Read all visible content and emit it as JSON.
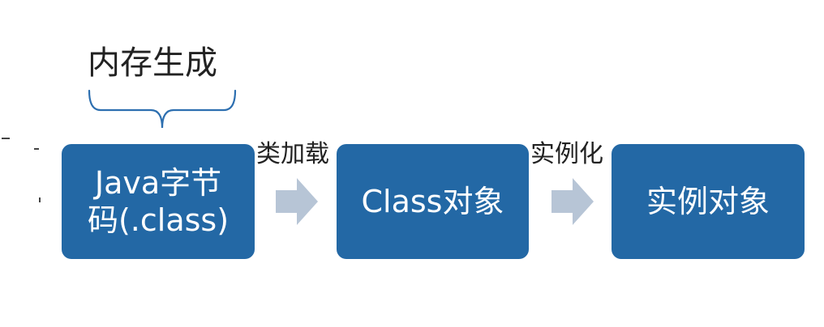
{
  "diagram": {
    "nodes": [
      {
        "id": "bytecode",
        "label": "Java字节码(.class)"
      },
      {
        "id": "class-object",
        "label": "Class对象"
      },
      {
        "id": "instance-object",
        "label": "实例对象"
      }
    ],
    "edges": [
      {
        "from": "bytecode",
        "to": "class-object",
        "label": "类加载"
      },
      {
        "from": "class-object",
        "to": "instance-object",
        "label": "实例化"
      }
    ],
    "brace_label": "内存生成"
  },
  "colors": {
    "node_fill": "#2368A5",
    "node_text": "#ffffff",
    "arrow": "#B7C5D6",
    "brace": "#2D6FB0",
    "label_text": "#222222"
  }
}
